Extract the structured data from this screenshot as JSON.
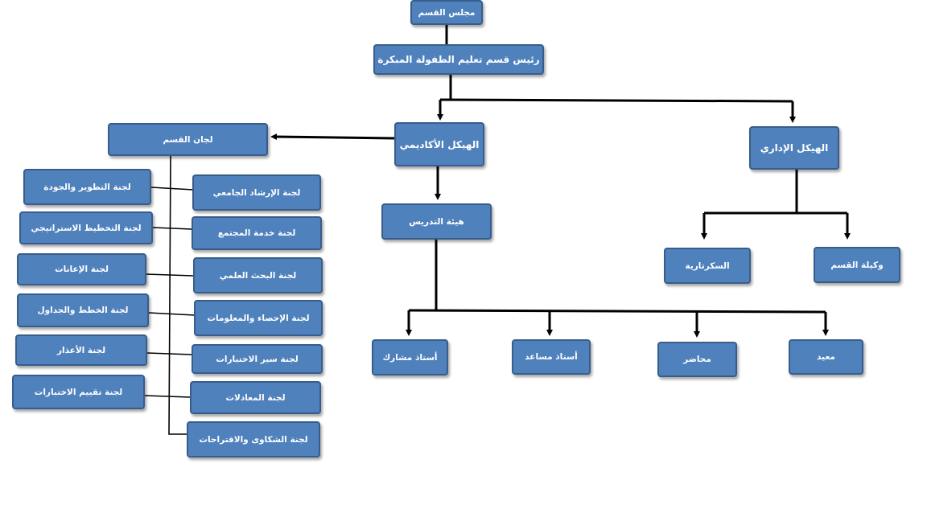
{
  "council": "مجلس القسم",
  "head": "رئيس قسم تعليم الطفولة المبكرة",
  "academic": "الهيكل الأكاديمي",
  "administrative": "الهيكل الإداري",
  "committees_head": "لجان القسم",
  "faculty": "هيئة التدريس",
  "deputy": "وكيلة القسم",
  "secretariat": "السكرتارية",
  "ranks": {
    "associate": "أستاذ مشارك",
    "assistant": "أستاذ مساعد",
    "lecturer": "محاضر",
    "demonstrator": "معيد"
  },
  "committees_right": [
    "لجنة الإرشاد الجامعي",
    "لجنة خدمة المجتمع",
    "لجنة البحث العلمي",
    "لجنة الإحصاء والمعلومات",
    "لجنة سير الاختبارات",
    "لجنة المعادلات",
    "لجنة الشكاوى والاقتراحات"
  ],
  "committees_left": [
    "لجنة التطوير والجودة",
    "لجنة التخطيط الاستراتيجي",
    "لجنة الإعانات",
    "لجنة الخطط والجداول",
    "لجنة الأعذار",
    "لجنة تقييم الاختبارات"
  ]
}
